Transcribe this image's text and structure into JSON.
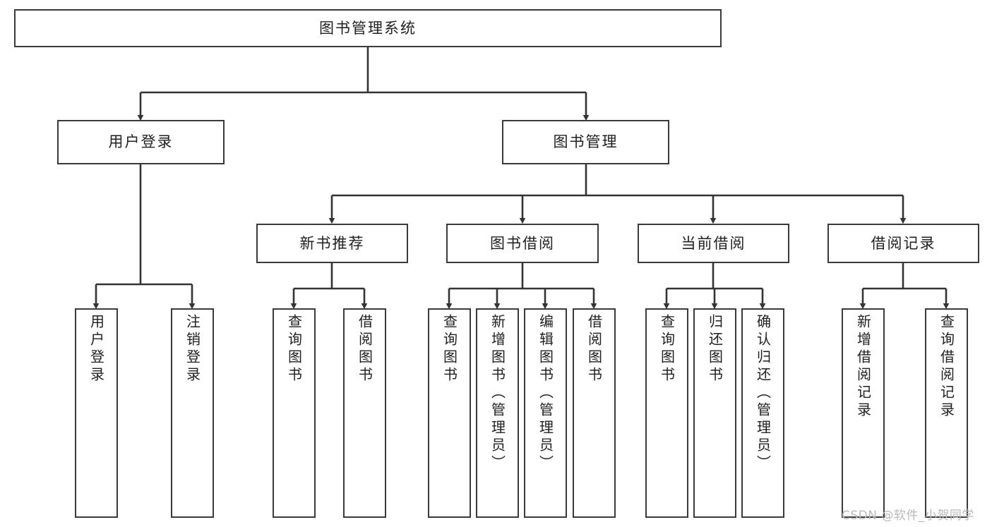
{
  "diagram": {
    "title": "图书管理系统",
    "type": "tree",
    "levels": 4,
    "colors": {
      "box_border": "#3a3a3a",
      "box_fill": "#ffffff",
      "connector": "#333333",
      "text": "#1f1f1f",
      "watermark": "#b9b9b9",
      "background": "#ffffff"
    }
  },
  "nodes": {
    "root": {
      "label": "图书管理系统"
    },
    "level2": [
      {
        "id": "user-login",
        "label": "用户登录"
      },
      {
        "id": "book-management",
        "label": "图书管理"
      }
    ],
    "level3": [
      {
        "id": "new-book-recommend",
        "label": "新书推荐"
      },
      {
        "id": "book-borrow",
        "label": "图书借阅"
      },
      {
        "id": "current-borrow",
        "label": "当前借阅"
      },
      {
        "id": "borrow-record",
        "label": "借阅记录"
      }
    ],
    "leaves": {
      "user-login": [
        {
          "id": "login",
          "label": "用户登录"
        },
        {
          "id": "logout",
          "label": "注销登录"
        }
      ],
      "new-book-recommend": [
        {
          "id": "query-book-1",
          "label": "查询图书"
        },
        {
          "id": "borrow-book-1",
          "label": "借阅图书"
        }
      ],
      "book-borrow": [
        {
          "id": "query-book-2",
          "label": "查询图书"
        },
        {
          "id": "add-book",
          "label": "新增图书（管理员）"
        },
        {
          "id": "edit-book",
          "label": "编辑图书（管理员）"
        },
        {
          "id": "borrow-book-2",
          "label": "借阅图书"
        }
      ],
      "current-borrow": [
        {
          "id": "query-book-3",
          "label": "查询图书"
        },
        {
          "id": "return-book",
          "label": "归还图书"
        },
        {
          "id": "confirm-return",
          "label": "确认归还（管理员）"
        }
      ],
      "borrow-record": [
        {
          "id": "add-borrow-record",
          "label": "新增借阅记录"
        },
        {
          "id": "query-borrow-record",
          "label": "查询借阅记录"
        }
      ]
    }
  },
  "watermark": {
    "text": "CSDN @软件_小贺同学"
  }
}
